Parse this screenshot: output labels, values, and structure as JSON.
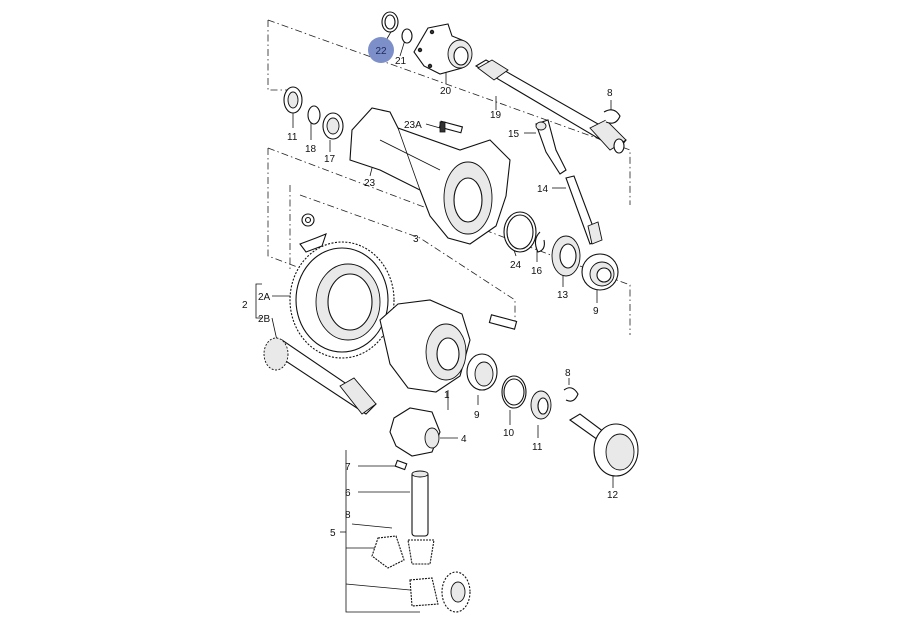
{
  "badge_color": "#7d8fc9",
  "highlighted": "22",
  "labels": {
    "p22": "22",
    "p21": "21",
    "p20": "20",
    "p19": "19",
    "p8a": "8",
    "p11a": "11",
    "p18": "18",
    "p17": "17",
    "p23a": "23A",
    "p15": "15",
    "p23": "23",
    "p14": "14",
    "p3": "3",
    "p24": "24",
    "p16": "16",
    "p13": "13",
    "p9a": "9",
    "p2": "2",
    "p2a": "2A",
    "p2b": "2B",
    "p1": "1",
    "p9b": "9",
    "p10": "10",
    "p11b": "11",
    "p8b": "8",
    "p4": "4",
    "p12": "12",
    "p7": "7",
    "p6": "6",
    "p8c": "8",
    "p5": "5"
  }
}
